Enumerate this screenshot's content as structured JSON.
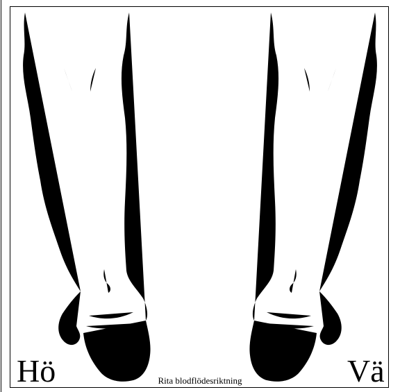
{
  "labels": {
    "right_side": "Hö",
    "left_side": "Vä"
  },
  "caption": "Rita blodflödesriktning",
  "colors": {
    "line": "#000000",
    "background": "#ffffff"
  }
}
